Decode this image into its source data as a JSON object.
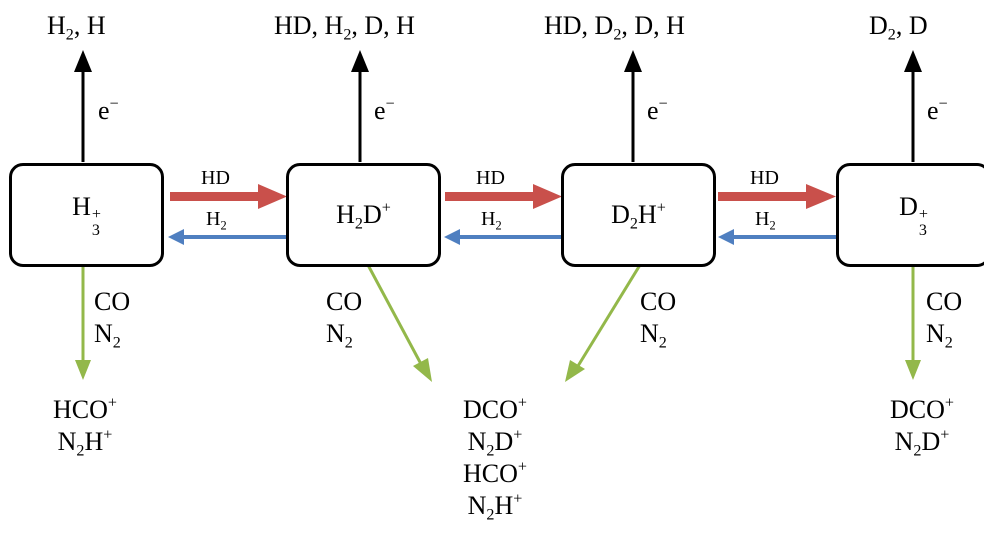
{
  "boxes": [
    {
      "base": "H",
      "sup": "+",
      "sub": "3"
    },
    {
      "parts": [
        [
          "H",
          ""
        ],
        [
          "2",
          "sub"
        ],
        [
          "D",
          ""
        ],
        [
          "+",
          "sup"
        ]
      ]
    },
    {
      "parts": [
        [
          "D",
          ""
        ],
        [
          "2",
          "sub"
        ],
        [
          "H",
          ""
        ],
        [
          "+",
          "sup"
        ]
      ]
    },
    {
      "base": "D",
      "sup": "+",
      "sub": "3"
    }
  ],
  "top_products": [
    [
      [
        "H",
        ""
      ],
      [
        "2",
        "sub"
      ],
      [
        ", H",
        ""
      ]
    ],
    [
      [
        "HD, H",
        ""
      ],
      [
        "2",
        "sub"
      ],
      [
        ", D, H",
        ""
      ]
    ],
    [
      [
        "HD, D",
        ""
      ],
      [
        "2",
        "sub"
      ],
      [
        ", D, H",
        ""
      ]
    ],
    [
      [
        "D",
        ""
      ],
      [
        "2",
        "sub"
      ],
      [
        ", D",
        ""
      ]
    ]
  ],
  "electron_label": [
    [
      "e",
      ""
    ],
    [
      "−",
      "sup"
    ]
  ],
  "forward_label": "HD",
  "backward_label": [
    [
      "H",
      ""
    ],
    [
      "2",
      "sub"
    ]
  ],
  "reactant_labels": [
    [
      [
        "CO",
        ""
      ]
    ],
    [
      [
        "N",
        ""
      ],
      [
        "2",
        "sub"
      ]
    ]
  ],
  "products_left": [
    [
      [
        "HCO",
        ""
      ],
      [
        "+",
        "sup"
      ]
    ],
    [
      [
        "N",
        ""
      ],
      [
        "2",
        "sub"
      ],
      [
        "H",
        ""
      ],
      [
        "+",
        "sup"
      ]
    ]
  ],
  "products_middle": [
    [
      [
        "DCO",
        ""
      ],
      [
        "+",
        "sup"
      ]
    ],
    [
      [
        "N",
        ""
      ],
      [
        "2",
        "sub"
      ],
      [
        "D",
        ""
      ],
      [
        "+",
        "sup"
      ]
    ],
    [
      [
        "HCO",
        ""
      ],
      [
        "+",
        "sup"
      ]
    ],
    [
      [
        "N",
        ""
      ],
      [
        "2",
        "sub"
      ],
      [
        "H",
        ""
      ],
      [
        "+",
        "sup"
      ]
    ]
  ],
  "products_right": [
    [
      [
        "DCO",
        ""
      ],
      [
        "+",
        "sup"
      ]
    ],
    [
      [
        "N",
        ""
      ],
      [
        "2",
        "sub"
      ],
      [
        "D",
        ""
      ],
      [
        "+",
        "sup"
      ]
    ]
  ],
  "colors": {
    "forward_arrow": "#c9504b",
    "backward_arrow": "#4f7fc0",
    "product_arrow": "#93b84a",
    "electron_arrow": "#000000"
  }
}
